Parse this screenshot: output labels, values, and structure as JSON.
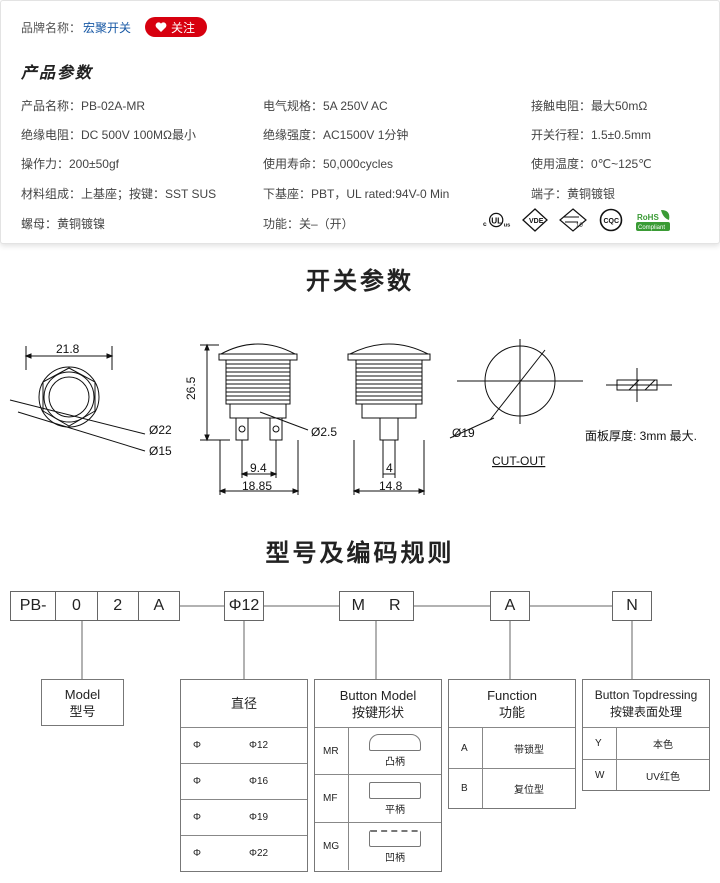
{
  "brand": {
    "label": "品牌名称：",
    "name": "宏聚开关",
    "follow": "关注"
  },
  "section_title": "产品参数",
  "specs": [
    {
      "text": "产品名称：PB-02A-MR"
    },
    {
      "text": "电气规格：5A  250V  AC"
    },
    {
      "text": "接触电阻：最大50mΩ"
    },
    {
      "text": "绝缘电阻：DC 500V 100MΩ最小"
    },
    {
      "text": "绝缘强度：AC1500V 1分钟"
    },
    {
      "text": "开关行程：1.5±0.5mm"
    },
    {
      "text": "操作力：200±50gf"
    },
    {
      "text": "使用寿命：50,000cycles"
    },
    {
      "text": "使用温度：0℃~125℃"
    },
    {
      "text": "材料组成：上基座；按键：SST SUS"
    },
    {
      "text": "下基座：PBT，UL rated:94V-0 Min"
    },
    {
      "text": "端子：黄铜镀银"
    },
    {
      "text": "螺母：黄铜镀镍"
    },
    {
      "text": "功能：关–（开）"
    }
  ],
  "certs": {
    "ul": "c UL us",
    "vde": "VDE",
    "tuv": "10",
    "cqc": "CQC",
    "rohs": "RoHS",
    "rohs_sub": "Compliant"
  },
  "switch_params_title": "开关参数",
  "drawing": {
    "d_hex": "21.8",
    "d_out": "Ø22",
    "d_in": "Ø15",
    "height": "26.5",
    "d_pin": "Ø2.5",
    "w_pin": "9.4",
    "w_total": "18.85",
    "w_pin2": "4",
    "w_side": "14.8",
    "cutout_d": "Ø19",
    "cutout_label": "CUT-OUT",
    "panel_note": "面板厚度: 3mm 最大."
  },
  "code_title": "型号及编码规则",
  "code": {
    "prefix": "PB-",
    "d1": "0",
    "d2": "2",
    "d3": "A",
    "phi": "Φ12",
    "m": "M",
    "r": "R",
    "a": "A",
    "n": "N"
  },
  "legend_model": {
    "en": "Model",
    "cn": "型号"
  },
  "legend_diameter": {
    "title": "直径",
    "rows": [
      {
        "sym": "Φ",
        "val": "Φ12"
      },
      {
        "sym": "Φ",
        "val": "Φ16"
      },
      {
        "sym": "Φ",
        "val": "Φ19"
      },
      {
        "sym": "Φ",
        "val": "Φ22"
      }
    ]
  },
  "legend_button": {
    "en": "Button Model",
    "cn": "按键形状",
    "rows": [
      {
        "code": "MR",
        "name": "凸柄"
      },
      {
        "code": "MF",
        "name": "平柄"
      },
      {
        "code": "MG",
        "name": "凹柄"
      }
    ]
  },
  "legend_function": {
    "en": "Function",
    "cn": "功能",
    "rows": [
      {
        "code": "A",
        "name": "带锁型"
      },
      {
        "code": "B",
        "name": "复位型"
      }
    ]
  },
  "legend_topdressing": {
    "en": "Button Topdressing",
    "cn": "按键表面处理",
    "rows": [
      {
        "code": "Y",
        "name": "本色"
      },
      {
        "code": "W",
        "name": "UV红色"
      }
    ]
  }
}
